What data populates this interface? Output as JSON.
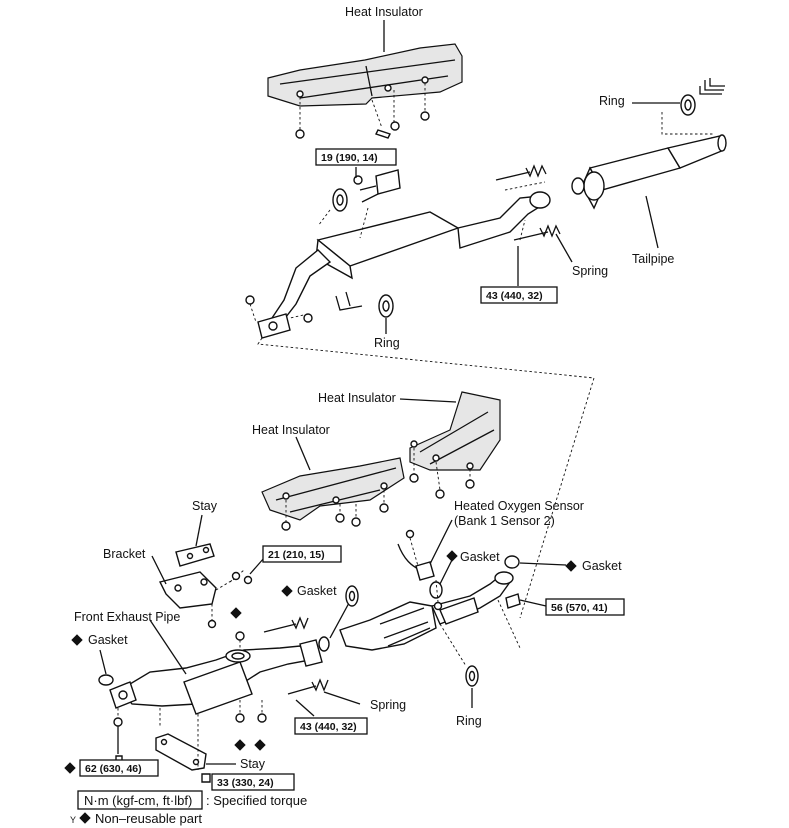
{
  "labels": {
    "heat_insulator_top": "Heat Insulator",
    "ring_top": "Ring",
    "tailpipe": "Tailpipe",
    "spring_top": "Spring",
    "ring_mid": "Ring",
    "heat_insulator_mid_right": "Heat Insulator",
    "heat_insulator_mid_left": "Heat Insulator",
    "stay_top": "Stay",
    "heated_oxygen_sensor_line1": "Heated Oxygen Sensor",
    "heated_oxygen_sensor_line2": "(Bank 1 Sensor 2)",
    "bracket": "Bracket",
    "gasket_sensor": "Gasket",
    "gasket_right": "Gasket",
    "gasket_center": "Gasket",
    "front_exhaust_pipe": "Front Exhaust Pipe",
    "gasket_left": "Gasket",
    "spring_bottom": "Spring",
    "ring_bottom": "Ring",
    "stay_bottom": "Stay"
  },
  "torque_specs": {
    "t19": "19 (190, 14)",
    "t43_top": "43 (440, 32)",
    "t21": "21 (210, 15)",
    "t56": "56 (570, 41)",
    "t43_bottom": "43 (440, 32)",
    "t62": "62 (630, 46)",
    "t33": "33 (330, 24)"
  },
  "legend": {
    "unit": "N·m (kgf-cm, ft·lbf)",
    "unit_desc": ": Specified torque",
    "marker": "Y",
    "nonreusable": "Non–reusable part"
  }
}
